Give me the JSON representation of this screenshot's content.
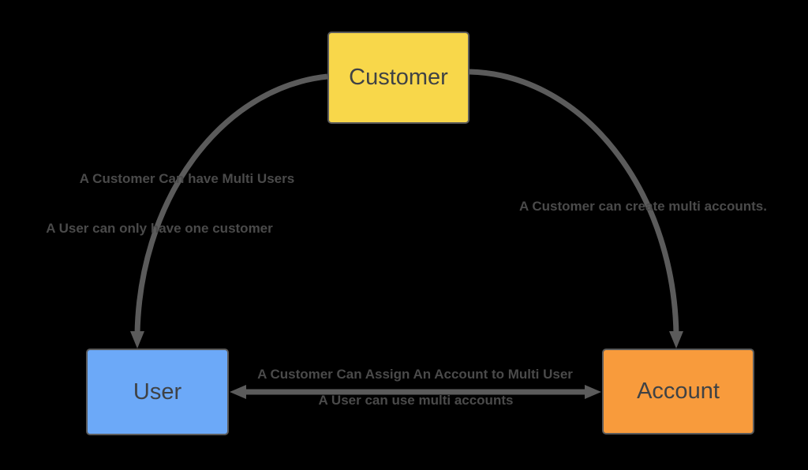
{
  "diagram": {
    "type": "entity-relationship-diagram",
    "background_color": "#000000",
    "connector_color": "#5b5b5b",
    "edge_label_color": "#4a4a4a",
    "nodes": [
      {
        "id": "customer",
        "label": "Customer",
        "fill_color": "#F8D74A",
        "border_color": "#5b5b5b",
        "text_color": "#3f4245"
      },
      {
        "id": "user",
        "label": "User",
        "fill_color": "#6CA9F8",
        "border_color": "#5b5b5b",
        "text_color": "#3f4245"
      },
      {
        "id": "account",
        "label": "Account",
        "fill_color": "#F89B3C",
        "border_color": "#5b5b5b",
        "text_color": "#3f4245"
      }
    ],
    "edges": [
      {
        "from": "Customer",
        "to": "User",
        "direction": "one-way",
        "labels": [
          "A Customer Can have Multi Users",
          "A User can only have one customer"
        ]
      },
      {
        "from": "Customer",
        "to": "Account",
        "direction": "one-way",
        "labels": [
          "A Customer can create multi accounts."
        ]
      },
      {
        "from": "User",
        "to": "Account",
        "direction": "two-way",
        "labels": [
          "A Customer Can Assign An Account to Multi User",
          "A User can use multi accounts"
        ]
      }
    ]
  }
}
